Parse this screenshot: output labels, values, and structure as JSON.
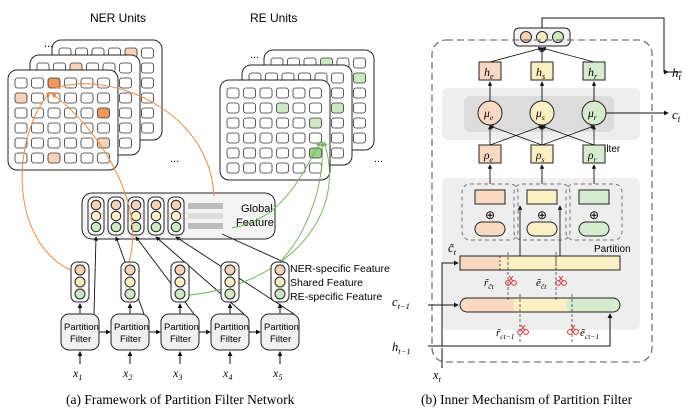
{
  "left_panel": {
    "ner_units_label": "NER Units",
    "re_units_label": "RE Units",
    "ellipsis": "...",
    "global_feature_line1": "Global",
    "global_feature_line2": "Feature",
    "legend": {
      "ner_specific": "NER-specific Feature",
      "shared": "Shared Feature",
      "re_specific": "RE-specific Feature"
    },
    "partition_filter_line1": "Partition",
    "partition_filter_line2": "Filter",
    "inputs": [
      {
        "base": "x",
        "sub": "1"
      },
      {
        "base": "x",
        "sub": "2"
      },
      {
        "base": "x",
        "sub": "3"
      },
      {
        "base": "x",
        "sub": "4"
      },
      {
        "base": "x",
        "sub": "5"
      }
    ],
    "caption": "(a)  Framework of Partition Filter Network"
  },
  "right_panel": {
    "h_nodes": [
      {
        "base": "h",
        "sub": "e"
      },
      {
        "base": "h",
        "sub": "s"
      },
      {
        "base": "h",
        "sub": "r"
      }
    ],
    "mu_nodes": [
      {
        "base": "μ",
        "sub": "e"
      },
      {
        "base": "μ",
        "sub": "s"
      },
      {
        "base": "μ",
        "sub": "r"
      }
    ],
    "rho_nodes": [
      {
        "base": "ρ",
        "sub": "e"
      },
      {
        "base": "ρ",
        "sub": "s"
      },
      {
        "base": "ρ",
        "sub": "r"
      }
    ],
    "filter_label": "Filter",
    "partition_label": "Partition",
    "plus_symbol": "⊕",
    "outputs": {
      "h": {
        "base": "h",
        "sub": "t"
      },
      "c": {
        "base": "c",
        "sub": "t"
      }
    },
    "inputs": {
      "c_prev": {
        "base": "c",
        "sub": "t−1"
      },
      "h_prev": {
        "base": "h",
        "sub": "t−1"
      },
      "x": {
        "base": "x",
        "sub": "t"
      }
    },
    "c_tilde": {
      "base": "c̃",
      "sub": "t"
    },
    "gate_labels_upper": [
      {
        "base": "r̃",
        "sub": "c̃t"
      },
      {
        "base": "ẽ",
        "sub": "c̃t"
      }
    ],
    "gate_labels_lower": [
      {
        "base": "r̃",
        "sub": "ct−1"
      },
      {
        "base": "ẽ",
        "sub": "ct−1"
      }
    ],
    "caption": "(b)  Inner Mechanism of Partition Filter"
  },
  "colors": {
    "ner": "#f6d2b8",
    "ner_dark": "#ec9960",
    "shared": "#fcefc4",
    "re": "#cfe8c4",
    "re_dark": "#9bd08a",
    "orange_line": "#ec8a45",
    "green_line": "#79b562",
    "panel_gray": "#eeeeee",
    "box_fill": "#f2f2f2"
  }
}
